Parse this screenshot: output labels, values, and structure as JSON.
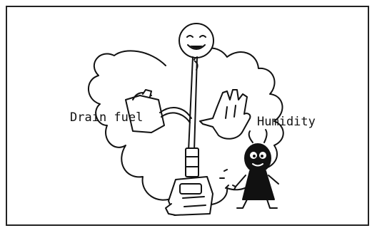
{
  "labels": {
    "drain_fuel": "Drain fuel",
    "humidity": "Humidity"
  },
  "colors": {
    "ink": "#111111",
    "background": "#ffffff"
  },
  "icons": [
    "smiley-face",
    "fuel-can",
    "raised-hand",
    "bug-character",
    "backpack-blower"
  ]
}
